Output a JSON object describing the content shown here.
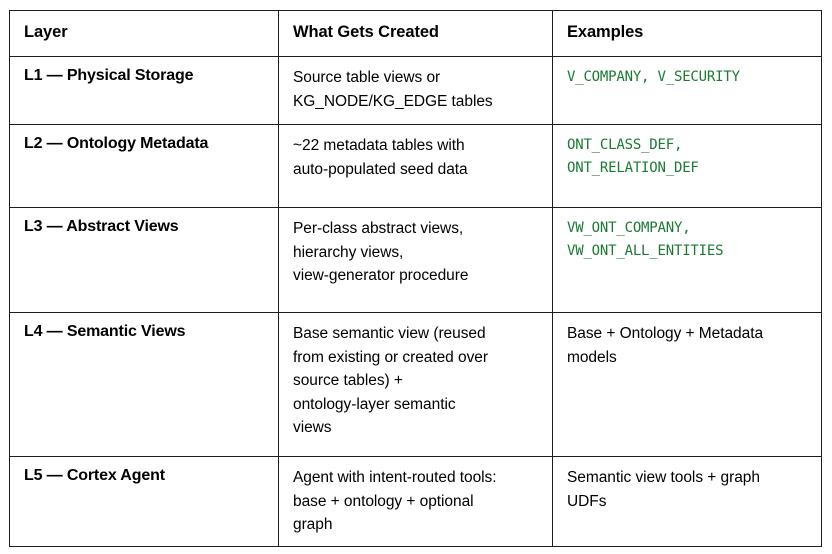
{
  "table": {
    "headers": [
      {
        "label": "Layer"
      },
      {
        "label": "What Gets Created"
      },
      {
        "label": "Examples"
      }
    ],
    "accent_green": "#1a7a32",
    "text_color": "#000000",
    "border_color": "#1d1d1d",
    "rows": [
      {
        "id": "l1",
        "layer": "L1 — Physical Storage",
        "created": "Source table views or\nKG_NODE/KG_EDGE tables",
        "examples": "V_COMPANY, V_SECURITY",
        "examples_is_code": true
      },
      {
        "id": "l2",
        "layer": "L2 — Ontology Metadata",
        "created": "~22 metadata tables with\nauto-populated seed data",
        "examples": "ONT_CLASS_DEF,\nONT_RELATION_DEF",
        "examples_is_code": true
      },
      {
        "id": "l3",
        "layer": "L3 — Abstract Views",
        "created": "Per-class abstract views,\nhierarchy views,\nview-generator procedure",
        "examples": "VW_ONT_COMPANY,\nVW_ONT_ALL_ENTITIES",
        "examples_is_code": true
      },
      {
        "id": "l4",
        "layer": "L4 — Semantic Views",
        "created": "Base semantic view (reused\nfrom existing or created over\nsource tables) +\nontology-layer semantic\nviews",
        "examples": "Base + Ontology + Metadata\nmodels",
        "examples_is_code": false
      },
      {
        "id": "l5",
        "layer": "L5 — Cortex Agent",
        "created": "Agent with intent-routed tools:\nbase + ontology + optional\ngraph",
        "examples": "Semantic view tools + graph\nUDFs",
        "examples_is_code": false
      }
    ]
  }
}
